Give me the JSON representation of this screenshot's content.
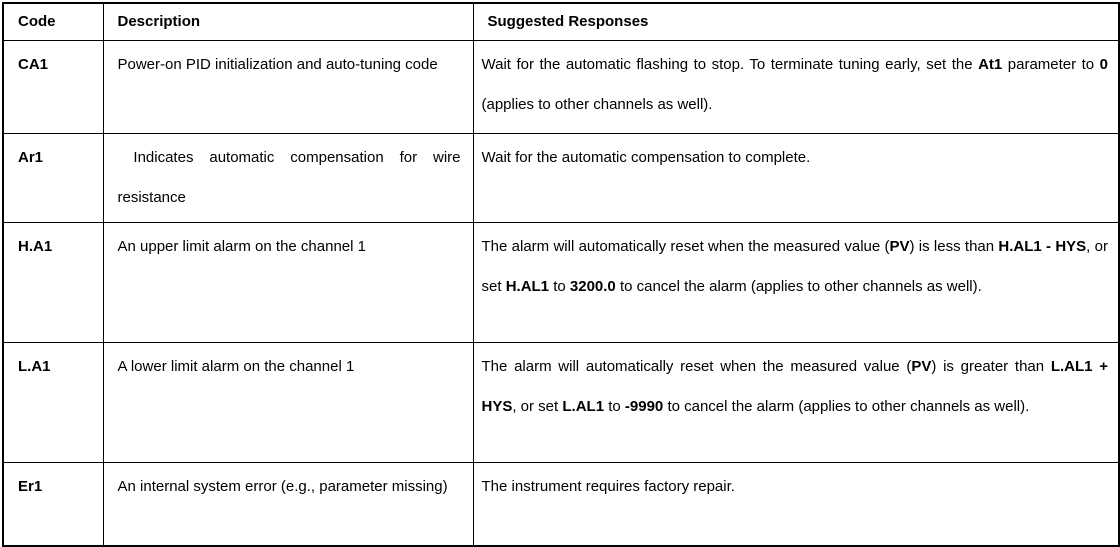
{
  "table": {
    "headers": [
      "Code",
      "Description",
      "Suggested Responses"
    ],
    "rows": [
      {
        "code": "CA1",
        "description": [
          {
            "t": "Power-on PID initialization and auto-tuning code",
            "b": false
          }
        ],
        "response": [
          {
            "t": "Wait for the automatic flashing to stop. To terminate tuning early, set the ",
            "b": false
          },
          {
            "t": "At1",
            "b": true
          },
          {
            "t": " parameter to ",
            "b": false
          },
          {
            "t": "0",
            "b": true
          },
          {
            "t": " (applies to other channels as well).",
            "b": false
          }
        ]
      },
      {
        "code": "Ar1",
        "description": [
          {
            "t": " Indicates automatic compensation for wire resistance",
            "b": false
          }
        ],
        "response": [
          {
            "t": "Wait for the automatic compensation to complete.",
            "b": false
          }
        ]
      },
      {
        "code": "H.A1",
        "description": [
          {
            "t": "An upper limit alarm on the channel 1",
            "b": false
          }
        ],
        "response": [
          {
            "t": "The alarm will automatically reset when the measured value (",
            "b": false
          },
          {
            "t": "PV",
            "b": true
          },
          {
            "t": ") is less than ",
            "b": false
          },
          {
            "t": "H.AL1 - HYS",
            "b": true
          },
          {
            "t": ", or set ",
            "b": false
          },
          {
            "t": "H.AL1",
            "b": true
          },
          {
            "t": " to ",
            "b": false
          },
          {
            "t": "3200.0",
            "b": true
          },
          {
            "t": " to cancel the alarm (applies to other channels as well).",
            "b": false
          }
        ]
      },
      {
        "code": "L.A1",
        "description": [
          {
            "t": "A lower limit alarm on the channel 1",
            "b": false
          }
        ],
        "response": [
          {
            "t": "The alarm will automatically reset when the measured value (",
            "b": false
          },
          {
            "t": "PV",
            "b": true
          },
          {
            "t": ") is greater than ",
            "b": false
          },
          {
            "t": "L.AL1 + HYS",
            "b": true
          },
          {
            "t": ", or set ",
            "b": false
          },
          {
            "t": "L.AL1",
            "b": true
          },
          {
            "t": " to ",
            "b": false
          },
          {
            "t": "-9990",
            "b": true
          },
          {
            "t": " to cancel the alarm (applies to other channels as well).",
            "b": false
          }
        ]
      },
      {
        "code": "Er1",
        "description": [
          {
            "t": "An internal system error (e.g., parameter missing)",
            "b": false
          }
        ],
        "response": [
          {
            "t": "The instrument requires factory repair.",
            "b": false
          }
        ]
      }
    ]
  }
}
